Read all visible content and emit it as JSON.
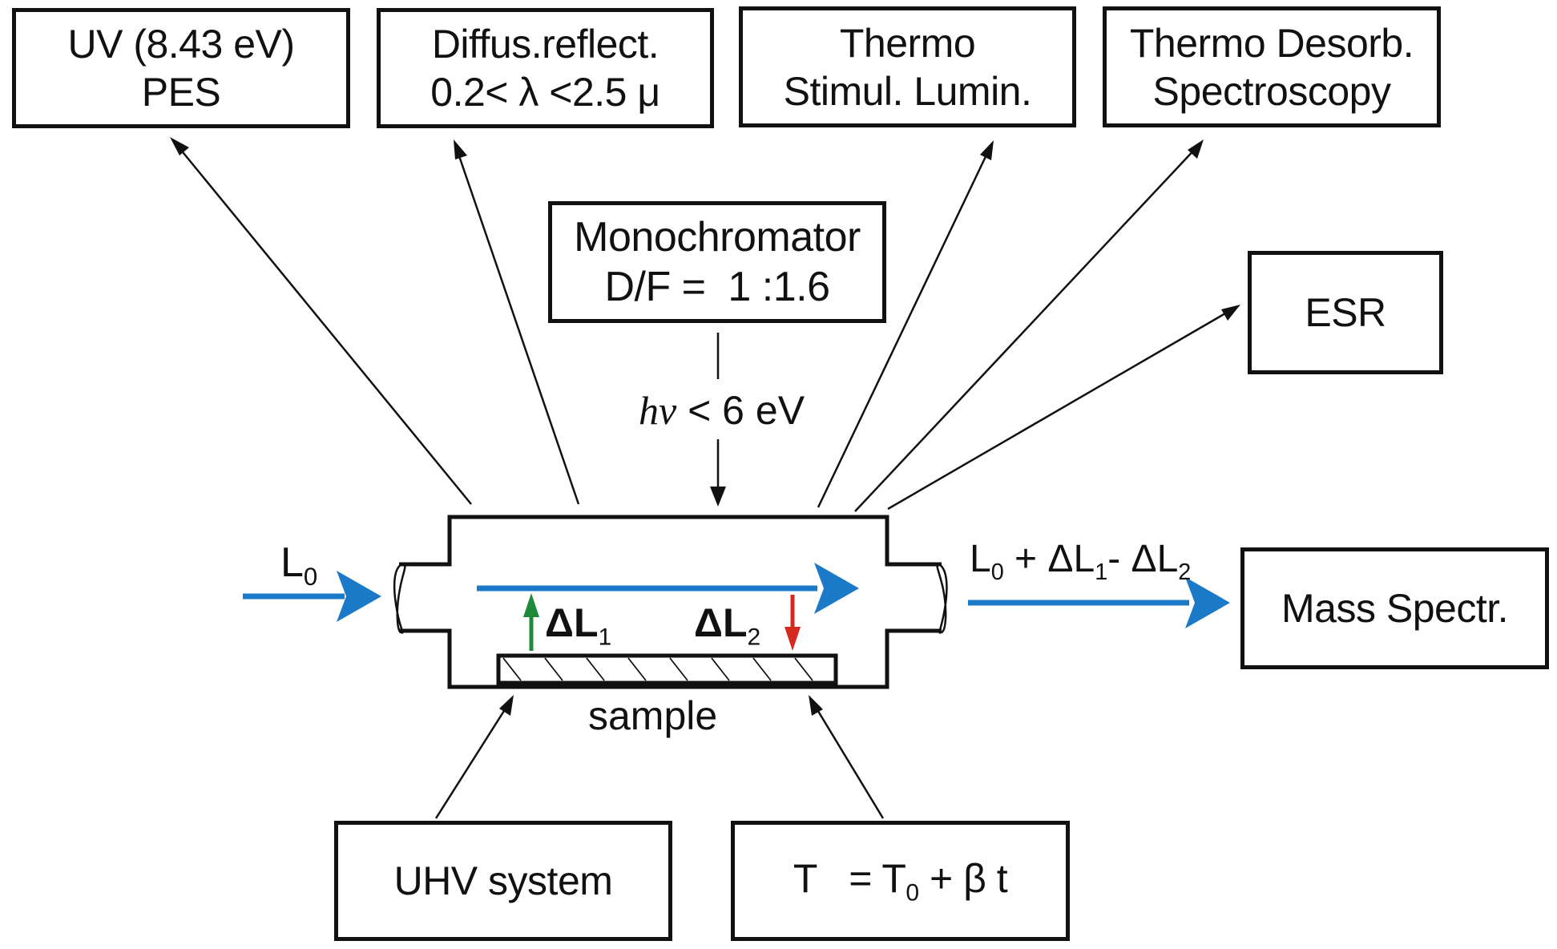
{
  "boxes": {
    "uv_pes": {
      "line1": "UV (8.43 eV)",
      "line2": "PES"
    },
    "diffuse_reflect": {
      "line1": "Diffus.reflect.",
      "line2": "0.2< λ <2.5 μ"
    },
    "thermo_stimul": {
      "line1": "Thermo",
      "line2": "Stimul. Lumin."
    },
    "thermo_desorb": {
      "line1": "Thermo Desorb.",
      "line2": "Spectroscopy"
    },
    "esr": {
      "line1": "ESR"
    },
    "monochromator": {
      "line1": "Monochromator",
      "line2": "D/F =  1 :1.6"
    },
    "mass_spectr": {
      "line1": "Mass Spectr."
    },
    "uhv_system": {
      "line1": "UHV system"
    },
    "temperature": {
      "t": "T",
      "eq": "= T",
      "sub": "0",
      "rest": " + β t"
    }
  },
  "labels": {
    "photon": {
      "hv": "hν",
      "rest": " < 6 eV"
    },
    "l0_in": {
      "main": "L",
      "sub": "0"
    },
    "delta_l1": {
      "main": "ΔL",
      "sub": "1"
    },
    "delta_l2": {
      "main": "ΔL",
      "sub": "2"
    },
    "output": {
      "l": "L",
      "s0": "0",
      "plus": " + ΔL",
      "s1": "1",
      "minus": "- ΔL",
      "s2": "2"
    },
    "sample": "sample"
  },
  "colors": {
    "beam": "#1a7ac8",
    "desorption": "#1f8a3a",
    "adsorption": "#d42a20",
    "line": "#111111"
  }
}
